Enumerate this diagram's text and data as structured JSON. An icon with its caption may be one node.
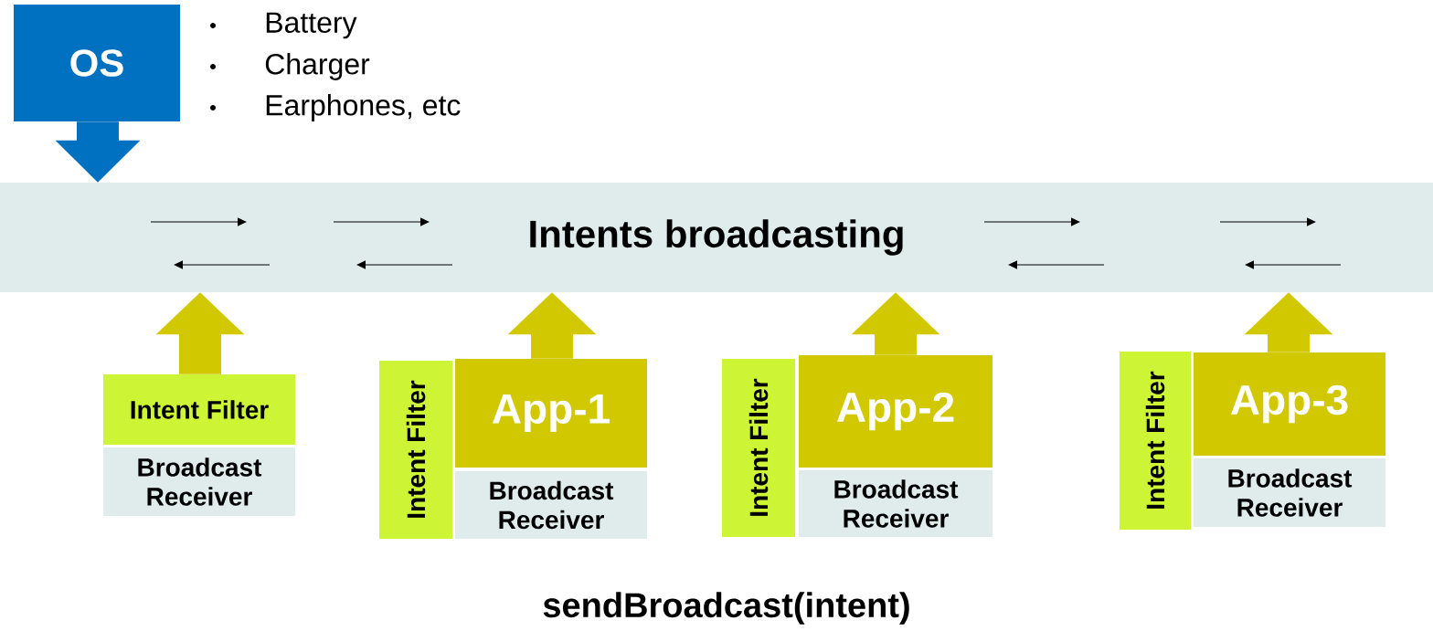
{
  "diagram": {
    "caption": "sendBroadcast(intent)",
    "nodes": [
      {
        "text": [
          "OS"
        ]
      },
      {
        "text": [
          "Intents broadcasting"
        ]
      },
      {
        "text": [
          "Intent Filter"
        ]
      },
      {
        "text": [
          "Broadcast Receiver"
        ]
      },
      {
        "text": [
          "Intent Filter"
        ]
      },
      {
        "text": [
          "App-1"
        ]
      },
      {
        "text": [
          "Broadcast Receiver"
        ]
      },
      {
        "text": [
          "Intent Filter"
        ]
      },
      {
        "text": [
          "App-2"
        ]
      },
      {
        "text": [
          "Broadcast Receiver"
        ]
      },
      {
        "text": [
          "Intent Filter"
        ]
      },
      {
        "text": [
          "App-3"
        ]
      },
      {
        "text": [
          "Broadcast Receiver"
        ]
      }
    ],
    "edges": [
      {
        "from": 0,
        "to": 1,
        "arrow": "to",
        "color": "#0070c0"
      },
      {
        "from": 2,
        "to": 1,
        "arrow": "to"
      },
      {
        "from": 5,
        "to": 1,
        "arrow": "to"
      },
      {
        "from": 8,
        "to": 1,
        "arrow": "to"
      },
      {
        "from": 11,
        "to": 1,
        "arrow": "to"
      }
    ],
    "labels": [
      "Battery",
      "Charger",
      "Earphones, etc"
    ]
  }
}
